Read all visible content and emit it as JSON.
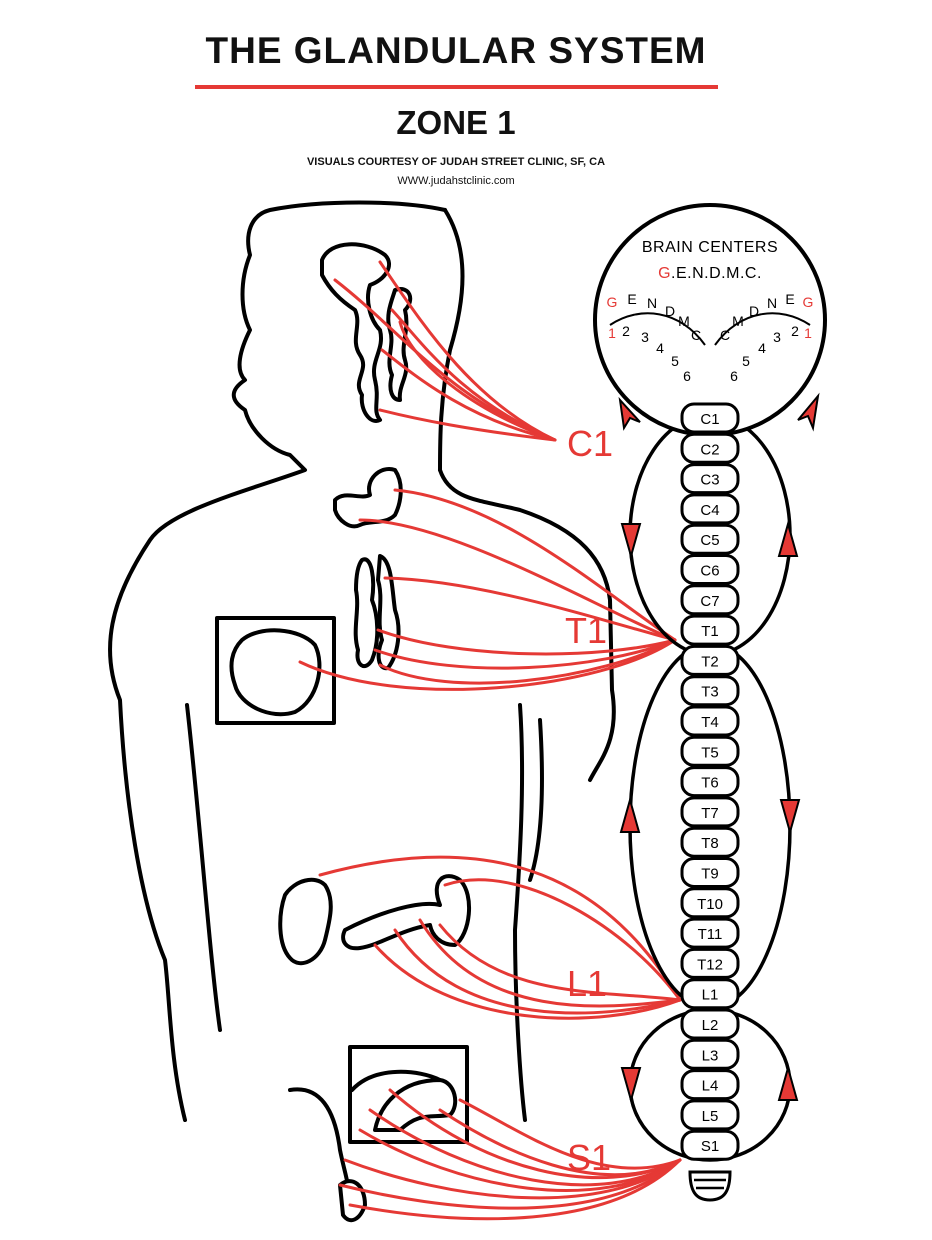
{
  "header": {
    "title": "THE GLANDULAR SYSTEM",
    "subtitle": "ZONE 1",
    "credit": "VISUALS COURTESY OF JUDAH STREET CLINIC, SF, CA",
    "url": "WWW.judahstclinic.com"
  },
  "brain": {
    "title": "BRAIN CENTERS",
    "code_first": "G",
    "code_rest": ".E.N.D.M.C.",
    "left_letters": [
      "G",
      "E",
      "N",
      "D",
      "M",
      "C"
    ],
    "left_numbers": [
      "1",
      "2",
      "3",
      "4",
      "5",
      "6"
    ],
    "right_letters": [
      "C",
      "M",
      "D",
      "N",
      "E",
      "G"
    ],
    "right_numbers": [
      "6",
      "5",
      "4",
      "3",
      "2",
      "1"
    ]
  },
  "zones": [
    "C1",
    "T1",
    "L1",
    "S1"
  ],
  "vertebrae": [
    "C1",
    "C2",
    "C3",
    "C4",
    "C5",
    "C6",
    "C7",
    "T1",
    "T2",
    "T3",
    "T4",
    "T5",
    "T6",
    "T7",
    "T8",
    "T9",
    "T10",
    "T11",
    "T12",
    "L1",
    "L2",
    "L3",
    "L4",
    "L5",
    "S1"
  ],
  "colors": {
    "accent": "#e53935",
    "ink": "#000000"
  }
}
